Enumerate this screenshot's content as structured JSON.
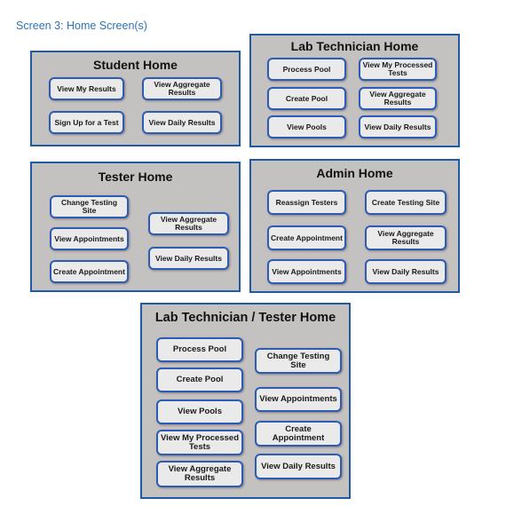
{
  "caption": "Screen 3: Home Screen(s)",
  "student_home": {
    "title": "Student Home",
    "buttons": [
      "View My Results",
      "View Aggregate Results",
      "Sign Up for a Test",
      "View Daily Results"
    ]
  },
  "lab_technician_home": {
    "title": "Lab Technician Home",
    "buttons": [
      "Process Pool",
      "View My Processed Tests",
      "Create Pool",
      "View Aggregate Results",
      "View Pools",
      "View Daily Results"
    ]
  },
  "tester_home": {
    "title": "Tester Home",
    "buttons": [
      "Change Testing Site",
      "View Appointments",
      "Create Appointment",
      "View Aggregate Results",
      "View Daily Results"
    ]
  },
  "admin_home": {
    "title": "Admin Home",
    "buttons": [
      "Reassign Testers",
      "Create Testing Site",
      "Create Appointment",
      "View Aggregate Results",
      "View Appointments",
      "View Daily Results"
    ]
  },
  "lab_tech_tester_home": {
    "title": "Lab Technician / Tester Home",
    "buttons": [
      "Process Pool",
      "Create Pool",
      "View Pools",
      "View My Processed Tests",
      "View Aggregate Results",
      "Change Testing Site",
      "View Appointments",
      "Create Appointment",
      "View Daily Results"
    ]
  }
}
